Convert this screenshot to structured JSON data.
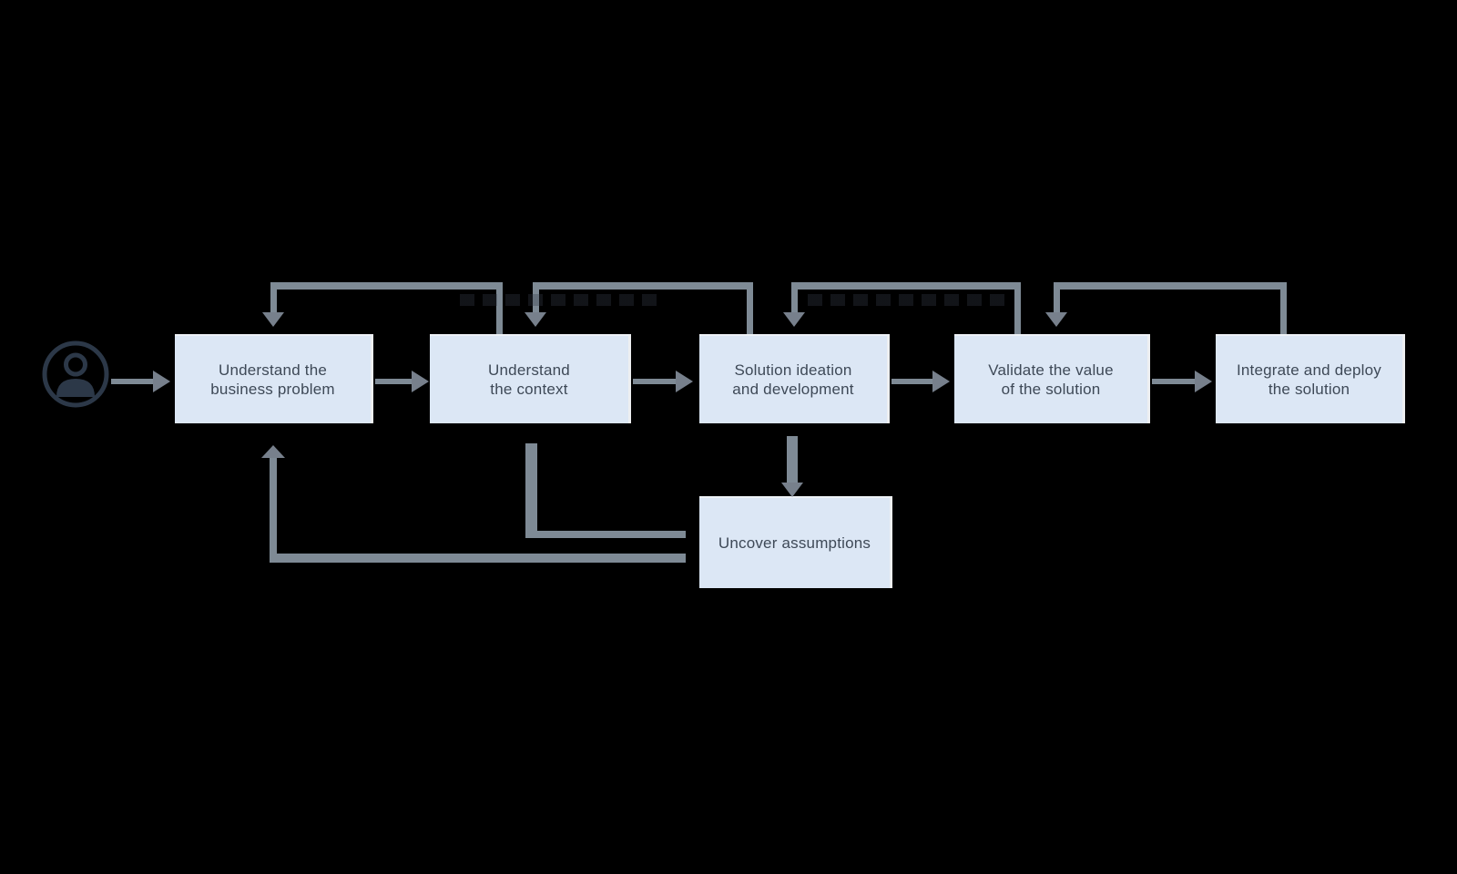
{
  "diagram": {
    "type": "flowchart",
    "background_color": "#000000",
    "colors": {
      "node_fill": "#dce7f5",
      "node_text": "#3e4957",
      "line": "#7e8a95",
      "arrowhead": "#77808c",
      "icon": "#2c3848"
    },
    "start_icon": "user-in-circle-icon",
    "nodes": [
      {
        "id": "understand-business-problem",
        "label": "Understand the\nbusiness problem"
      },
      {
        "id": "understand-context",
        "label": "Understand\nthe context"
      },
      {
        "id": "solution-ideation",
        "label": "Solution ideation\nand development"
      },
      {
        "id": "validate-value",
        "label": "Validate the value\nof the solution"
      },
      {
        "id": "integrate-deploy",
        "label": "Integrate and deploy\nthe solution"
      },
      {
        "id": "uncover-assumptions",
        "label": "Uncover assumptions"
      }
    ],
    "edges": [
      {
        "from": "start",
        "to": "understand-business-problem",
        "type": "forward"
      },
      {
        "from": "understand-business-problem",
        "to": "understand-context",
        "type": "forward"
      },
      {
        "from": "understand-context",
        "to": "solution-ideation",
        "type": "forward"
      },
      {
        "from": "solution-ideation",
        "to": "validate-value",
        "type": "forward"
      },
      {
        "from": "validate-value",
        "to": "integrate-deploy",
        "type": "forward"
      },
      {
        "from": "understand-context",
        "to": "understand-business-problem",
        "type": "feedback-loop-top"
      },
      {
        "from": "solution-ideation",
        "to": "understand-context",
        "type": "feedback-loop-top"
      },
      {
        "from": "validate-value",
        "to": "solution-ideation",
        "type": "feedback-loop-top"
      },
      {
        "from": "integrate-deploy",
        "to": "validate-value",
        "type": "feedback-loop-top"
      },
      {
        "from": "solution-ideation",
        "to": "uncover-assumptions",
        "type": "down"
      },
      {
        "from": "uncover-assumptions",
        "to": "understand-context",
        "type": "return"
      },
      {
        "from": "uncover-assumptions",
        "to": "understand-business-problem",
        "type": "return"
      }
    ]
  }
}
